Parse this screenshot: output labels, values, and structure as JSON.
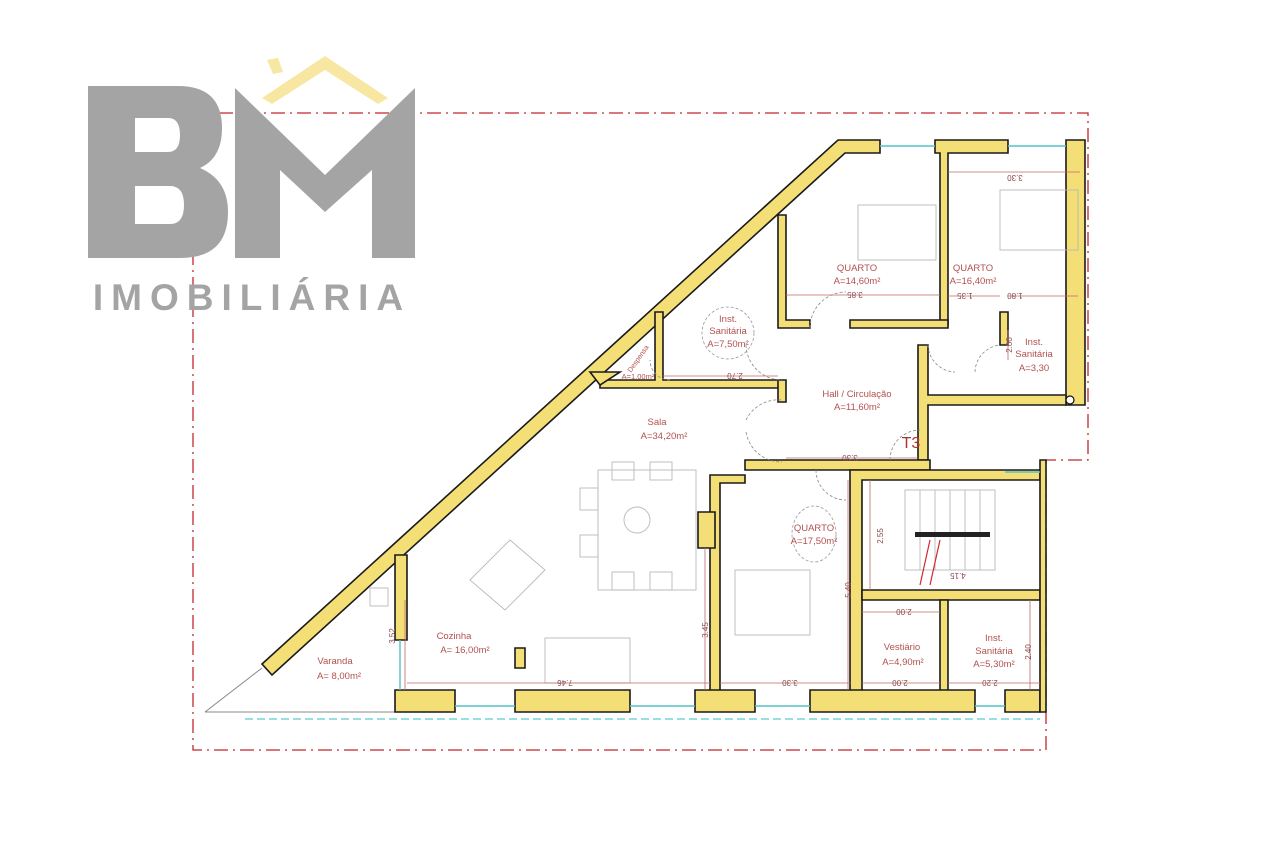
{
  "logo": {
    "brand": "BM",
    "subtitle": "IMOBILIÁRIA",
    "colors": {
      "letters": "#a4a4a4",
      "roof": "#f8e7a2"
    }
  },
  "plan": {
    "unit_label": "T3",
    "colors": {
      "wall": "#f3df76",
      "labels": "#b2504f",
      "boundary": "#c2272d",
      "windows": "#54c2c8"
    },
    "rooms": [
      {
        "name": "QUARTO",
        "area": "A=14,60m²"
      },
      {
        "name": "QUARTO",
        "area": "A=16,40m²"
      },
      {
        "name": "Inst.",
        "name2": "Sanitária",
        "area": "A=7,50m²"
      },
      {
        "name": "Despensa",
        "area": "A=1,00m²"
      },
      {
        "name": "Hall / Circulação",
        "area": "A=11,60m²"
      },
      {
        "name": "Inst.",
        "name2": "Sanitária",
        "area": "A=3,30"
      },
      {
        "name": "Sala",
        "area": "A=34,20m²"
      },
      {
        "name": "QUARTO",
        "area": "A=17,50m²"
      },
      {
        "name": "Cozinha",
        "area": "A= 16,00m²"
      },
      {
        "name": "Varanda",
        "area": "A= 8,00m²"
      },
      {
        "name": "Vestiário",
        "area": "A=4,90m²"
      },
      {
        "name": "Inst.",
        "name2": "Sanitária",
        "area": "A=5,30m²"
      }
    ],
    "dimensions": [
      "3.30",
      "3.85",
      "1.35",
      "1.80",
      "2.70",
      "3.30",
      "2.55",
      "4.15",
      "5.40",
      "2.00",
      "2.00",
      "2.20",
      "2.40",
      "3.45",
      "7.46",
      "3.30",
      "3.52",
      "2.00"
    ]
  }
}
